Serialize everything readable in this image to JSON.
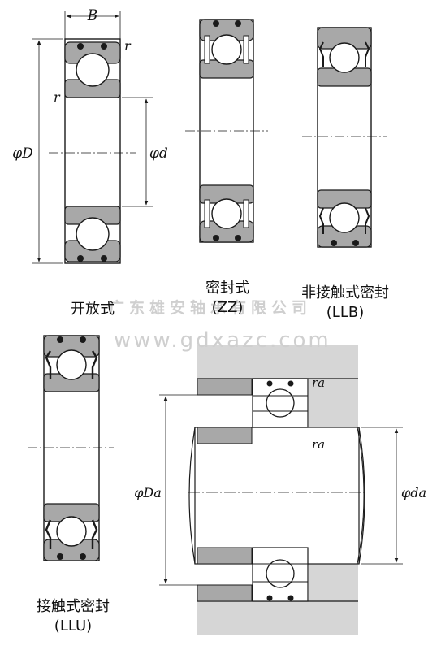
{
  "watermark": {
    "company": "广东雄安轴承有限公司",
    "url": "www.gdxazc.com"
  },
  "dim_labels": {
    "width": "B",
    "corner": "r",
    "outer_dia": "φD",
    "bore_dia": "φd",
    "housing_corner": "ra",
    "shaft_corner": "ra",
    "housing_dia": "φDa",
    "shaft_dia": "φda"
  },
  "captions": {
    "open": "开放式",
    "shielded": "密封式",
    "shielded_code": "(ZZ)",
    "noncontact": "非接触式密封",
    "noncontact_code": "(LLB)",
    "contact": "接触式密封",
    "contact_code": "(LLU)"
  },
  "colors": {
    "steel_gray": "#a8a8a8",
    "line": "#1a1a1a",
    "background": "#ffffff"
  }
}
